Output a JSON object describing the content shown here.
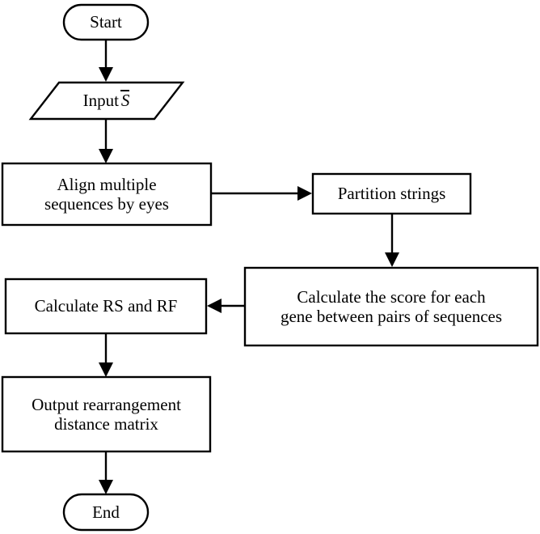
{
  "diagram": {
    "type": "flowchart",
    "title": "Rearrangement distance computation flowchart",
    "background_color": "#ffffff",
    "stroke_color": "#000000",
    "text_color": "#000000",
    "nodes": [
      {
        "id": "start",
        "shape": "terminator",
        "label": "Start"
      },
      {
        "id": "input",
        "shape": "parallelogram",
        "label_prefix": "Input",
        "label_variable": "S",
        "variable_notation": "overbar",
        "label": "Input S̄"
      },
      {
        "id": "align",
        "shape": "rectangle",
        "label": "Align multiple\nsequences by eyes"
      },
      {
        "id": "partition",
        "shape": "rectangle",
        "label": "Partition strings"
      },
      {
        "id": "score",
        "shape": "rectangle",
        "label": "Calculate the score for each\ngene between pairs of sequences"
      },
      {
        "id": "rsrf",
        "shape": "rectangle",
        "label": "Calculate RS and RF"
      },
      {
        "id": "output",
        "shape": "rectangle",
        "label": "Output rearrangement\ndistance matrix"
      },
      {
        "id": "end",
        "shape": "terminator",
        "label": "End"
      }
    ],
    "connectors": [
      {
        "id": "start-to-input",
        "from": "start",
        "to": "input",
        "direction": "down"
      },
      {
        "id": "input-to-align",
        "from": "input",
        "to": "align",
        "direction": "down"
      },
      {
        "id": "align-to-partition",
        "from": "align",
        "to": "partition",
        "direction": "right"
      },
      {
        "id": "partition-to-score",
        "from": "partition",
        "to": "score",
        "direction": "down"
      },
      {
        "id": "score-to-rsrf",
        "from": "score",
        "to": "rsrf",
        "direction": "left"
      },
      {
        "id": "rsrf-to-output",
        "from": "rsrf",
        "to": "output",
        "direction": "down"
      },
      {
        "id": "output-to-end",
        "from": "output",
        "to": "end",
        "direction": "down"
      }
    ]
  }
}
